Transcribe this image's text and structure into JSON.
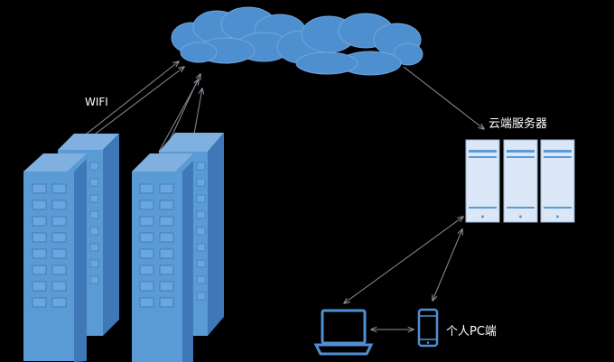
{
  "labels": {
    "wifi": "WIFI",
    "cloud_server": "云端服务器",
    "personal_pc": "个人PC端"
  },
  "icons": {
    "cloud": "cloud-icon",
    "buildings": "office-building-icon",
    "servers": "server-rack-icon",
    "laptop": "laptop-icon",
    "phone": "smartphone-icon"
  },
  "colors": {
    "background": "#000000",
    "cloud": "#4e8fd0",
    "building_front": "#5b9bd5",
    "building_side": "#3e78b8",
    "server_body": "#dbe7f6",
    "server_stripe": "#5b9bd5",
    "device": "#4f8fd3",
    "arrow": "#8a8f98",
    "text": "#ffffff"
  }
}
